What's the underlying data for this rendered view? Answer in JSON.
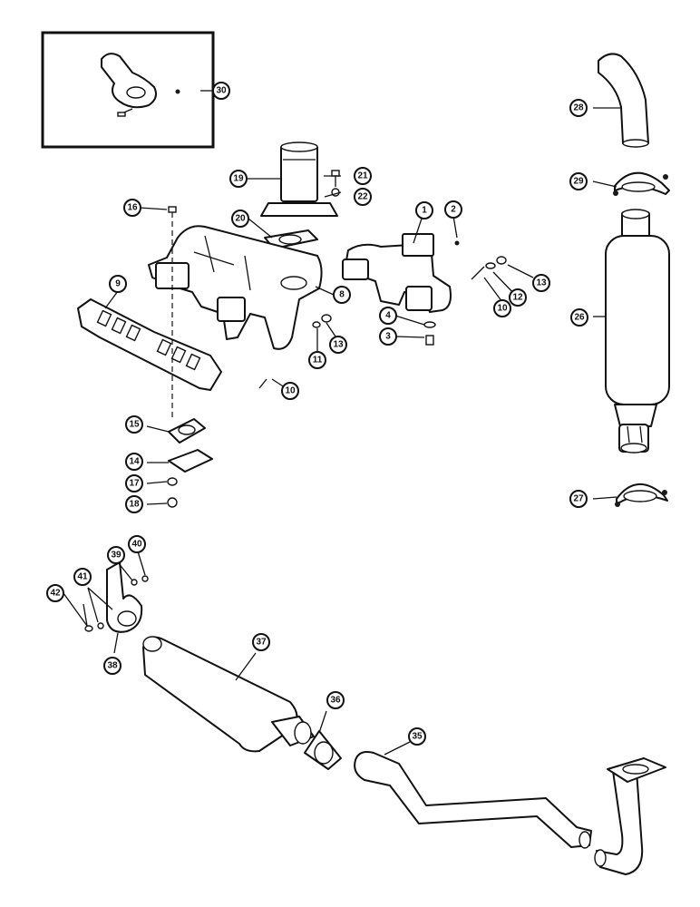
{
  "callouts": {
    "c1": "1",
    "c2": "2",
    "c3": "3",
    "c4": "4",
    "c8": "8",
    "c9": "9",
    "c10a": "10",
    "c10b": "10",
    "c11": "11",
    "c12": "12",
    "c13a": "13",
    "c13b": "13",
    "c14": "14",
    "c15": "15",
    "c16": "16",
    "c17": "17",
    "c18": "18",
    "c19": "19",
    "c20": "20",
    "c21": "21",
    "c22": "22",
    "c26": "26",
    "c27": "27",
    "c28": "28",
    "c29": "29",
    "c30": "30",
    "c35": "35",
    "c36": "36",
    "c37": "37",
    "c38": "38",
    "c39": "39",
    "c40": "40",
    "c41": "41",
    "c42": "42"
  }
}
